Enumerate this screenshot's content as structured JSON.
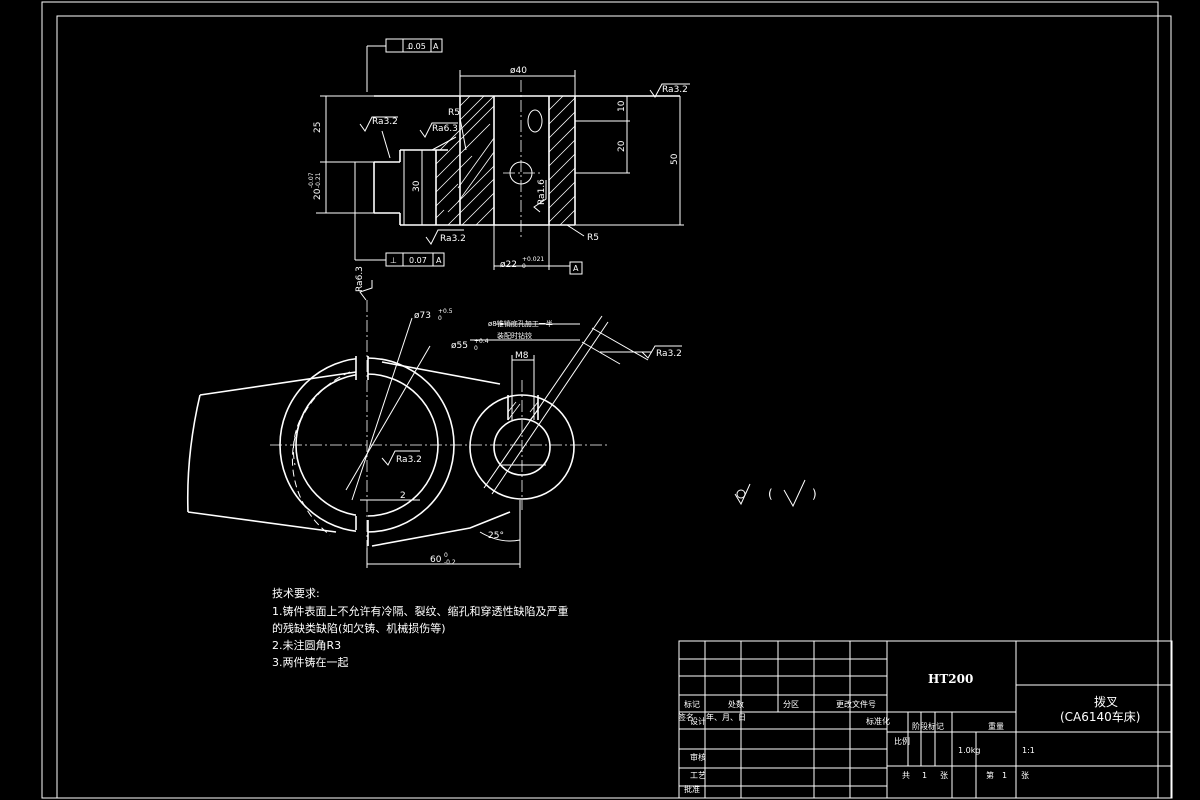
{
  "view_top": {
    "perp_top": {
      "sym": "⊥",
      "val": "0.05",
      "ref": "A"
    },
    "perp_bottom": {
      "sym": "⊥",
      "val": "0.07",
      "ref": "A"
    },
    "datum": "A",
    "dim_phi40": "ø40",
    "dim_r5_top": "R5",
    "dim_r5_bottom": "R5",
    "dim_25": "25",
    "dim_20tol": "20",
    "dim_20tol_sup": "-0.07",
    "dim_20tol_sub": "-0.21",
    "dim_30": "30",
    "dim_10": "10",
    "dim_20": "20",
    "dim_50": "50",
    "dim_phi22": "ø22",
    "dim_phi22_sup": "+0.021",
    "dim_phi22_sub": "0",
    "ra_32_right": "Ra3.2",
    "ra_32_left": "Ra3.2",
    "ra_63": "Ra6.3",
    "ra_32_bottom": "Ra3.2",
    "ra_16": "Ra1.6"
  },
  "view_front": {
    "ra_63": "Ra6.3",
    "dim_phi73": "ø73",
    "dim_phi73_sup": "+0.5",
    "dim_phi73_sub": "0",
    "dim_phi55": "ø55",
    "dim_phi55_sup": "+0.4",
    "dim_phi55_sub": "0",
    "note_line1": "ø8锥销底孔加工一半",
    "note_line2": "装配时钻铰",
    "dim_m8": "M8",
    "ra_32_right": "Ra3.2",
    "ra_32_center": "Ra3.2",
    "dim_2": "2",
    "dim_25deg": "25°",
    "dim_60": "60",
    "dim_60_sup": "0",
    "dim_60_sub": "-0.2"
  },
  "general_ra": {
    "sym": "√",
    "paren_open": "(",
    "check": "√",
    "paren_close": ")"
  },
  "tech_req": {
    "title": "技术要求:",
    "l1": "1.铸件表面上不允许有冷隔、裂纹、缩孔和穿透性缺陷及严重",
    "l2": "的残缺类缺陷(如欠铸、机械损伤等)",
    "l3": "2.未注圆角R3",
    "l4": "3.两件铸在一起"
  },
  "title_block": {
    "material": "HT200",
    "part_name": "拨叉",
    "part_sub": "(CA6140车床)",
    "h_mark": "标记",
    "h_count": "处数",
    "h_zone": "分区",
    "h_doc": "更改文件号",
    "h_sign": "签名",
    "h_date": "年、月、日",
    "h_design": "设计",
    "h_standard": "标准化",
    "h_stage": "阶段标记",
    "h_weight": "重量",
    "h_scale": "比例",
    "weight": "1.0kg",
    "scale": "1:1",
    "h_review": "审核",
    "h_process": "工艺",
    "h_approve": "批准",
    "total": "共",
    "total_n": "1",
    "total_unit": "张",
    "sheet": "第",
    "sheet_n": "1",
    "sheet_unit": "张"
  }
}
